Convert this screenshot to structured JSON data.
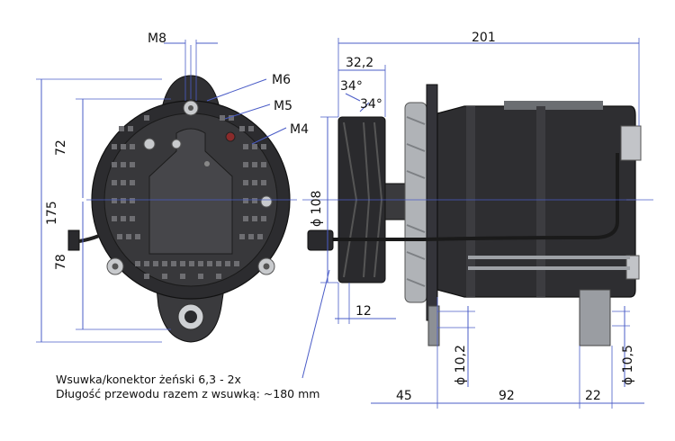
{
  "dimensions": {
    "m8": "M8",
    "m6": "M6",
    "m5": "M5",
    "m4": "M4",
    "d72": "72",
    "d175": "175",
    "d78": "78",
    "d201": "201",
    "d32_2": "32,2",
    "a34_left": "34°",
    "a34_right": "34°",
    "phi108": "ϕ 108",
    "d12": "12",
    "phi10_2": "ϕ 10,2",
    "phi10_5": "ϕ 10,5",
    "d45": "45",
    "d92": "92",
    "d22": "22"
  },
  "notes": {
    "line1": "Wsuwka/konektor żeński 6,3 - 2x",
    "line2": "Długość przewodu razem z wsuwką: ~180 mm"
  },
  "colors": {
    "dimension_line": "#4a5cc7",
    "body": "#2a2a2d",
    "metal": "#b9bcc0"
  }
}
